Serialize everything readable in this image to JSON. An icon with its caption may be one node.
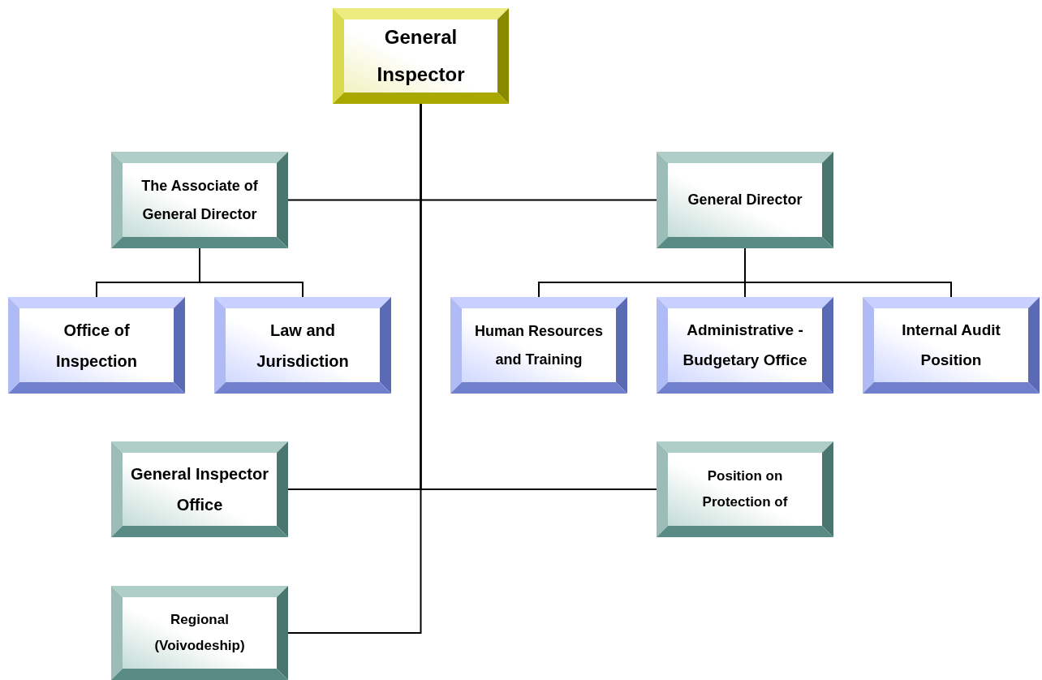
{
  "diagram": {
    "nodes": [
      {
        "text": [
          "General Inspector"
        ]
      },
      {
        "text": [
          "The Associate of General Director"
        ]
      },
      {
        "text": [
          "General Director"
        ]
      },
      {
        "text": [
          "Office of Inspection"
        ]
      },
      {
        "text": [
          "Law and Jurisdiction"
        ]
      },
      {
        "text": [
          "Human Resources and Training"
        ]
      },
      {
        "text": [
          "Administrative - Budgetary Office"
        ]
      },
      {
        "text": [
          "Internal Audit Position"
        ]
      },
      {
        "text": [
          "General Inspector Office"
        ]
      },
      {
        "text": [
          "Position on Protection of"
        ]
      },
      {
        "text": [
          "Regional (Voivodeship)"
        ]
      }
    ],
    "edges": [
      {
        "from": 0,
        "to": 1,
        "arrow": "none"
      },
      {
        "from": 0,
        "to": 2,
        "arrow": "none"
      },
      {
        "from": 0,
        "to": 8,
        "arrow": "none"
      },
      {
        "from": 0,
        "to": 9,
        "arrow": "none"
      },
      {
        "from": 0,
        "to": 10,
        "arrow": "none"
      },
      {
        "from": 1,
        "to": 3,
        "arrow": "none"
      },
      {
        "from": 1,
        "to": 4,
        "arrow": "none"
      },
      {
        "from": 2,
        "to": 5,
        "arrow": "none"
      },
      {
        "from": 2,
        "to": 6,
        "arrow": "none"
      },
      {
        "from": 2,
        "to": 7,
        "arrow": "none"
      }
    ]
  }
}
